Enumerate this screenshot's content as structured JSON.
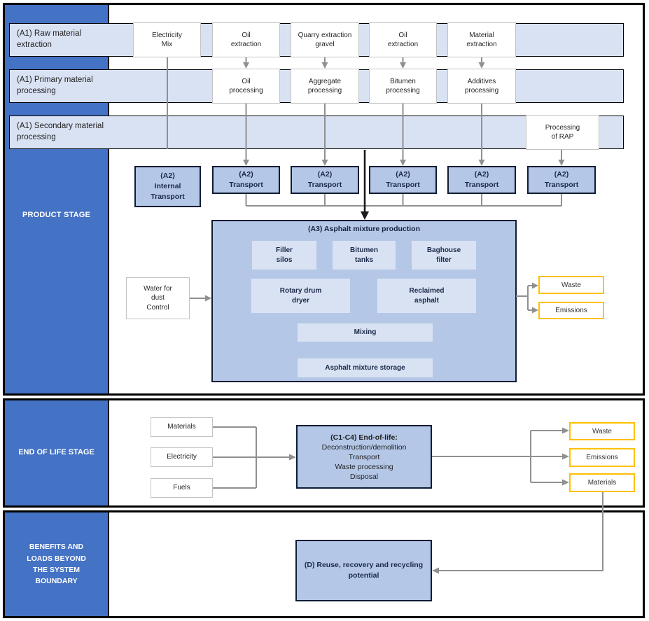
{
  "colors": {
    "stage_blue": "#4472C4",
    "row_fill": "#D9E2F3",
    "process_fill": "#B4C7E7",
    "inner_fill": "#D9E2F3",
    "output_border_yellow": "#FFC000",
    "connector_gray": "#909090",
    "connector_black": "#1a1a1a"
  },
  "product_stage": {
    "sidebar_label": "PRODUCT STAGE",
    "rows": [
      [
        "(A1) Raw material",
        "extraction"
      ],
      [
        "(A1) Primary material",
        "processing"
      ],
      [
        "(A1) Secondary material",
        "processing"
      ]
    ],
    "raw_extraction_boxes": [
      [
        "Electricity",
        "Mix"
      ],
      [
        "Oil",
        "extraction"
      ],
      [
        "Quarry extraction",
        "gravel"
      ],
      [
        "Oil",
        "extraction"
      ],
      [
        "Material",
        "extraction"
      ]
    ],
    "primary_processing_boxes": [
      [
        "Oil",
        "processing"
      ],
      [
        "Aggregate",
        "processing"
      ],
      [
        "Bitumen",
        "processing"
      ],
      [
        "Additives",
        "processing"
      ]
    ],
    "rap_box": [
      "Processing",
      "of RAP"
    ],
    "internal_transport_box": [
      "(A2)",
      "Internal",
      "Transport"
    ],
    "transport_boxes": [
      [
        "(A2)",
        "Transport"
      ],
      [
        "(A2)",
        "Transport"
      ],
      [
        "(A2)",
        "Transport"
      ],
      [
        "(A2)",
        "Transport"
      ],
      [
        "(A2)",
        "Transport"
      ]
    ],
    "a3": {
      "title": "(A3) Asphalt mixture production",
      "units": [
        [
          "Filler",
          "silos"
        ],
        [
          "Bitumen",
          "tanks"
        ],
        [
          "Baghouse",
          "filter"
        ],
        [
          "Rotary drum",
          "dryer"
        ],
        [
          "Reclaimed",
          "asphalt"
        ],
        [
          "Mixing"
        ],
        [
          "Asphalt mixture storage"
        ]
      ]
    },
    "water_box": [
      "Water for",
      "dust",
      "Control"
    ],
    "outputs": [
      "Waste",
      "Emissions"
    ]
  },
  "end_of_life_stage": {
    "sidebar_label": "END OF LIFE STAGE",
    "inputs": [
      "Materials",
      "Electricity",
      "Fuels"
    ],
    "process_box": {
      "title": "(C1-C4) End-of-life:",
      "lines": [
        "Deconstruction/demolition",
        "Transport",
        "Waste processing",
        "Disposal"
      ]
    },
    "outputs": [
      "Waste",
      "Emissions",
      "Materials"
    ]
  },
  "benefits_stage": {
    "sidebar_label_lines": [
      "BENEFITS AND",
      "LOADS BEYOND",
      "THE SYSTEM",
      "BOUNDARY"
    ],
    "d_box": [
      "(D) Reuse, recovery and recycling",
      "potential"
    ]
  }
}
